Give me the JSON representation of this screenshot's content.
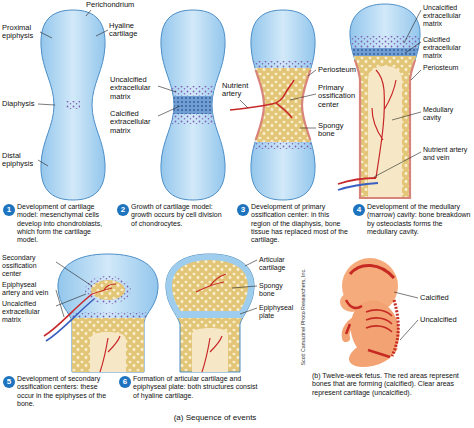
{
  "diagram": {
    "nodes": [
      {
        "text": [
          "1"
        ]
      },
      {
        "text": [
          "2"
        ]
      },
      {
        "text": [
          "3"
        ]
      },
      {
        "text": [
          "4"
        ]
      },
      {
        "text": [
          "5"
        ]
      },
      {
        "text": [
          "6"
        ]
      }
    ],
    "labels": [
      "Proximal epiphysis",
      "Perichondrium",
      "Hyaline cartilage",
      "Diaphysis",
      "Distal epiphysis",
      "Uncalcified extracellular matrix",
      "Calcified extracellular matrix",
      "Nutrient artery",
      "Periosteum",
      "Primary ossification center",
      "Spongy bone",
      "Uncalcified extracellular matrix",
      "Calcified extracellular matrix",
      "Periosteum",
      "Medullary cavity",
      "Nutrient artery and vein",
      "Development of cartilage model: mesenchymal cells develop into chondroblasts, which form the cartilage model.",
      "Growth of cartilage model: growth occurs by cell division of chondrocytes.",
      "Development of primary ossification center: in this region of the diaphysis, bone tissue has replaced most of the cartilage.",
      "Development of the medullary (marrow) cavity: bone breakdown by osteoclasts forms the medullary cavity.",
      "Secondary ossification center",
      "Epiphyseal artery and vein",
      "Uncalcified extracellular matrix",
      "Articular cartilage",
      "Spongy bone",
      "Epiphyseal plate",
      "Scott Camazine/ Photo Researchers, Inc.",
      "Calcified",
      "Uncalcified",
      "Development of secondary ossification centers: these occur in the epiphyses of the bone.",
      "Formation of articular cartilage and epiphyseal plate: both structures consist of hyaline cartilage.",
      "(b) Twelve-week fetus. The red areas represent bones that are forming (calcified). Clear areas represent cartilage (uncalcified).",
      "(a) Sequence of events"
    ]
  }
}
